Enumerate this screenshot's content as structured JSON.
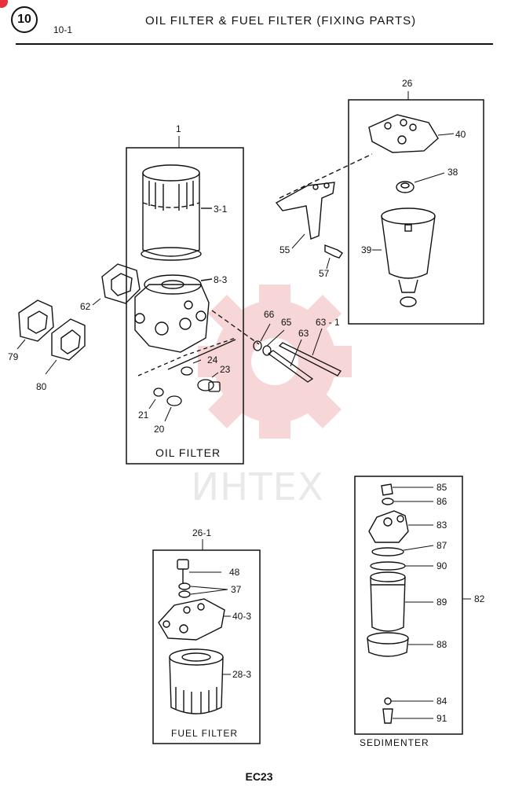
{
  "header": {
    "page_circle": "10",
    "section": "10-1",
    "title": "OIL FILTER & FUEL FILTER (FIXING PARTS)"
  },
  "footer": {
    "code": "EC23"
  },
  "watermark": "ИНТЕХ",
  "boxes": {
    "oil_filter": {
      "caption": "OIL FILTER",
      "callout": "1"
    },
    "fuel_filter_head": {
      "callout": "26"
    },
    "fuel_filter": {
      "caption": "FUEL FILTER",
      "callout": "26-1"
    },
    "sedimenter": {
      "caption": "SEDIMENTER",
      "callout": "82"
    }
  },
  "callouts": {
    "c3_1": "3-1",
    "c8_3": "8-3",
    "c62": "62",
    "c79": "79",
    "c80": "80",
    "c66": "66",
    "c65": "65",
    "c63": "63",
    "c63_1": "63 - 1",
    "c24": "24",
    "c23": "23",
    "c21": "21",
    "c20": "20",
    "c40": "40",
    "c38": "38",
    "c39": "39",
    "c55": "55",
    "c57": "57",
    "c48": "48",
    "c37": "37",
    "c40_3": "40-3",
    "c28_3": "28-3",
    "c85": "85",
    "c86": "86",
    "c83": "83",
    "c87": "87",
    "c90": "90",
    "c89": "89",
    "c88": "88",
    "c84": "84",
    "c91": "91"
  },
  "colors": {
    "ink": "#111111",
    "watermark_gear": "#f4c9c9",
    "badge": "#e8303a"
  }
}
